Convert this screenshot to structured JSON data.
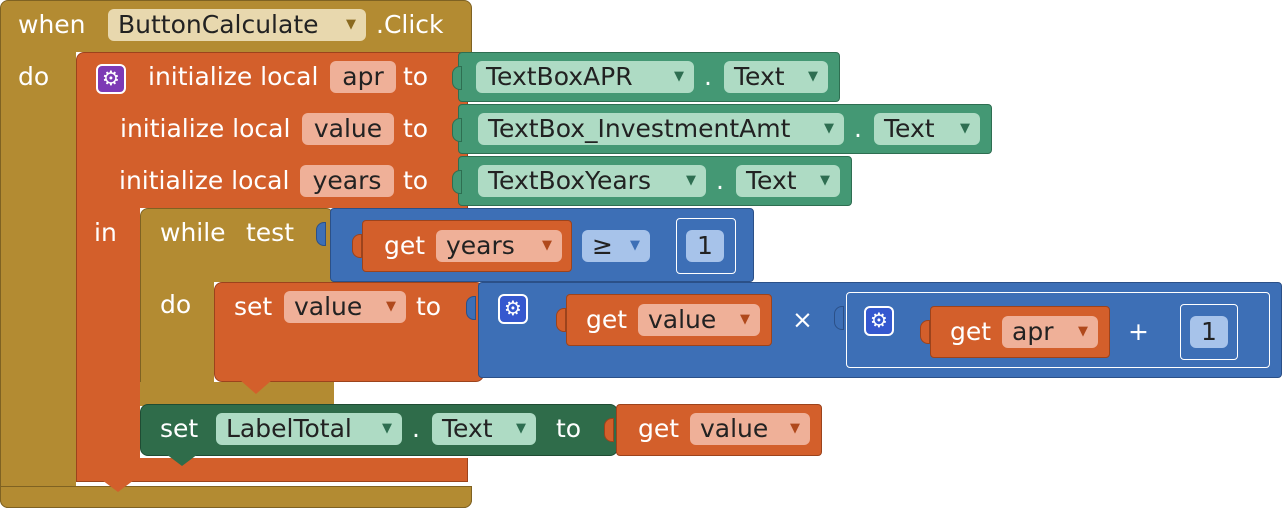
{
  "event": {
    "when_label": "when",
    "component": "ButtonCalculate",
    "event_name": ".Click",
    "do_label": "do"
  },
  "locals": [
    {
      "keyword": "initialize local",
      "name": "apr",
      "to": "to",
      "component": "TextBoxAPR",
      "dot": ".",
      "property": "Text"
    },
    {
      "keyword": "initialize local",
      "name": "value",
      "to": "to",
      "component": "TextBox_InvestmentAmt",
      "dot": ".",
      "property": "Text"
    },
    {
      "keyword": "initialize local",
      "name": "years",
      "to": "to",
      "component": "TextBoxYears",
      "dot": ".",
      "property": "Text"
    }
  ],
  "in_label": "in",
  "while_block": {
    "while_label": "while",
    "test_label": "test",
    "get_label": "get",
    "get_var": "years",
    "operator": "≥",
    "number": "1",
    "do_label": "do"
  },
  "set_value": {
    "set_label": "set",
    "var": "value",
    "to_label": "to",
    "get_label": "get",
    "left_var": "value",
    "multiply": "×",
    "get_label2": "get",
    "apr_var": "apr",
    "plus": "+",
    "number": "1"
  },
  "set_label_total": {
    "set_label": "set",
    "component": "LabelTotal",
    "dot": ".",
    "property": "Text",
    "to_label": "to",
    "get_label": "get",
    "var": "value"
  },
  "colors": {
    "event": "#b38b32",
    "variables": "#d35f2b",
    "components": "#449874",
    "setter": "#2f6c4a",
    "math": "#3d6fb6"
  },
  "dropdown_arrow": "▼",
  "mutator_icon": "gear-icon"
}
